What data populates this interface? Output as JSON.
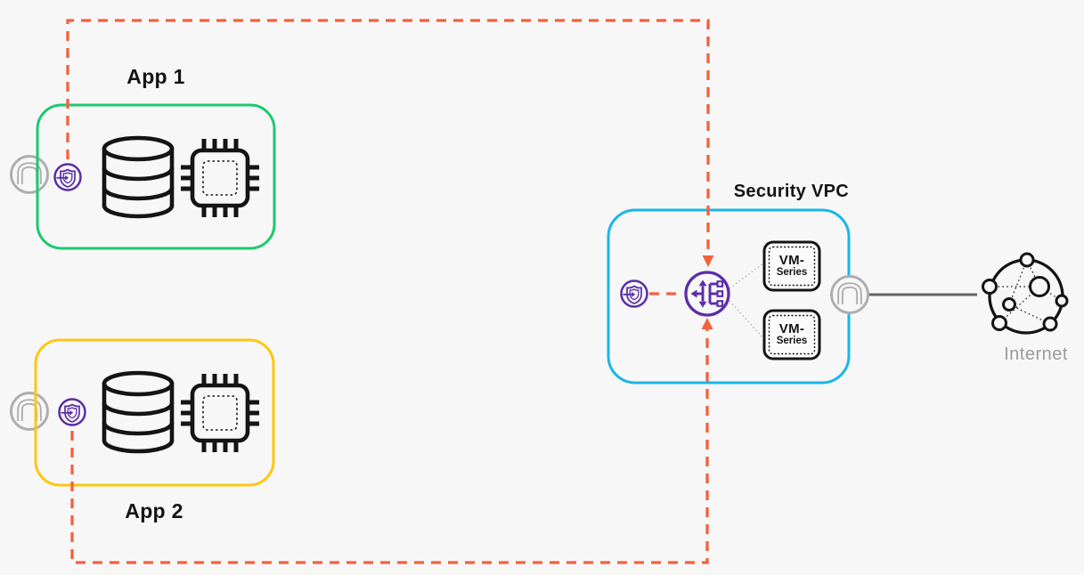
{
  "diagram": {
    "app1": {
      "label": "App 1"
    },
    "app2": {
      "label": "App 2"
    },
    "security_vpc": {
      "label": "Security VPC",
      "firewalls": [
        {
          "line1": "VM-",
          "line2": "Series"
        },
        {
          "line1": "VM-",
          "line2": "Series"
        }
      ]
    },
    "internet": {
      "label": "Internet"
    },
    "icons": {
      "database": "database-cylinder",
      "compute": "cpu-chip",
      "app_endpoint": "n-badge-circle",
      "firewall": "shield-arrow-circle",
      "gateway": "gateway-load-balancer-circle",
      "internet": "globe-network-nodes"
    },
    "colors": {
      "app1_border": "#1dc96d",
      "app2_border": "#ffc60d",
      "security_vpc_border": "#18b7e8",
      "traffic_dashed": "#f4613d",
      "brand_purple": "#5b2da6",
      "neutral_gray": "#aeaeae",
      "ink": "#141414",
      "muted_text": "#9b9b9b",
      "background": "#f7f7f8"
    }
  }
}
